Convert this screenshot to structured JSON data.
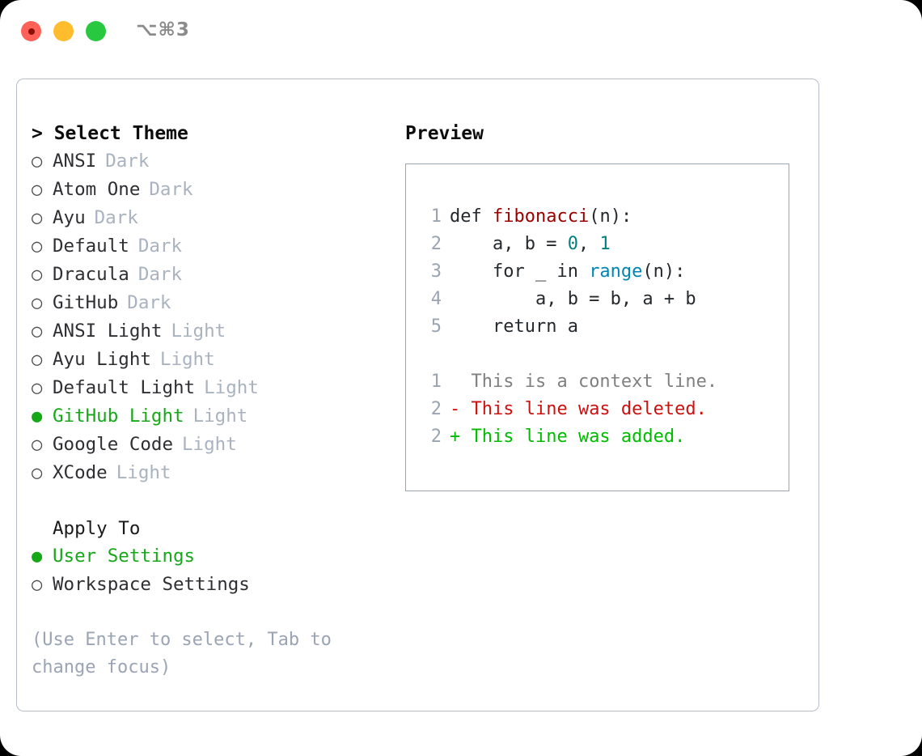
{
  "window": {
    "traffic_lights": [
      "close",
      "minimize",
      "zoom"
    ],
    "shortcut": "⌥⌘3"
  },
  "left": {
    "header": "> Select Theme",
    "themes": [
      {
        "bullet": "○",
        "name": "ANSI",
        "tag": "Dark",
        "selected": false
      },
      {
        "bullet": "○",
        "name": "Atom One",
        "tag": "Dark",
        "selected": false
      },
      {
        "bullet": "○",
        "name": "Ayu",
        "tag": "Dark",
        "selected": false
      },
      {
        "bullet": "○",
        "name": "Default",
        "tag": "Dark",
        "selected": false
      },
      {
        "bullet": "○",
        "name": "Dracula",
        "tag": "Dark",
        "selected": false
      },
      {
        "bullet": "○",
        "name": "GitHub",
        "tag": "Dark",
        "selected": false
      },
      {
        "bullet": "○",
        "name": "ANSI Light",
        "tag": "Light",
        "selected": false
      },
      {
        "bullet": "○",
        "name": "Ayu Light",
        "tag": "Light",
        "selected": false
      },
      {
        "bullet": "○",
        "name": "Default Light",
        "tag": "Light",
        "selected": false
      },
      {
        "bullet": "●",
        "name": "GitHub Light",
        "tag": "Light",
        "selected": true
      },
      {
        "bullet": "○",
        "name": "Google Code",
        "tag": "Light",
        "selected": false
      },
      {
        "bullet": "○",
        "name": "XCode",
        "tag": "Light",
        "selected": false
      }
    ],
    "apply_to": {
      "header": "Apply To",
      "options": [
        {
          "bullet": "●",
          "label": "User Settings",
          "selected": true
        },
        {
          "bullet": "○",
          "label": "Workspace Settings",
          "selected": false
        }
      ]
    },
    "hint": "(Use Enter to select, Tab to change focus)"
  },
  "right": {
    "title": "Preview",
    "code_lines": [
      {
        "no": "1",
        "tokens": [
          {
            "t": "def ",
            "c": "plain"
          },
          {
            "t": "fibonacci",
            "c": "fn"
          },
          {
            "t": "(n):",
            "c": "plain"
          }
        ]
      },
      {
        "no": "2",
        "tokens": [
          {
            "t": "    a, b = ",
            "c": "plain"
          },
          {
            "t": "0",
            "c": "num"
          },
          {
            "t": ", ",
            "c": "plain"
          },
          {
            "t": "1",
            "c": "num"
          }
        ]
      },
      {
        "no": "3",
        "tokens": [
          {
            "t": "    for _ in ",
            "c": "plain"
          },
          {
            "t": "range",
            "c": "bi"
          },
          {
            "t": "(n):",
            "c": "plain"
          }
        ]
      },
      {
        "no": "4",
        "tokens": [
          {
            "t": "        a, b = b, a + b",
            "c": "plain"
          }
        ]
      },
      {
        "no": "5",
        "tokens": [
          {
            "t": "    return a",
            "c": "plain"
          }
        ]
      }
    ],
    "diff_lines": [
      {
        "no": "1",
        "marker": " ",
        "text": " This is a context line.",
        "kind": "ctx"
      },
      {
        "no": "2",
        "marker": "-",
        "text": " This line was deleted.",
        "kind": "del"
      },
      {
        "no": "2",
        "marker": "+",
        "text": " This line was added.",
        "kind": "add"
      }
    ]
  },
  "colors": {
    "selected_green": "#17a81a",
    "tag_gray": "#a9b3c0",
    "hint_gray": "#9aa4b4",
    "code_fn_red": "#990000",
    "code_num_teal": "#008080",
    "code_builtin_blue": "#0086b3",
    "diff_del_red": "#cc1111",
    "diff_add_green": "#00bb00",
    "panel_border": "#b5bec9",
    "preview_border": "#9aa6b4"
  }
}
